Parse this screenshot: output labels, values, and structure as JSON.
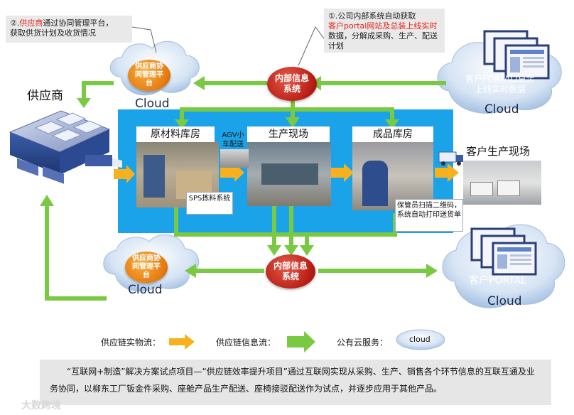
{
  "notes": {
    "left_prefix": "②.",
    "left_highlight": "供应商",
    "left_rest_1": "通过协同管理平台，",
    "left_rest_2": "获取供货计划及收货情况",
    "right_line1": "①.公司内部系统自动获取",
    "right_highlight": "客户portal网站及总装上线实时",
    "right_rest_1": "数据，分解成采购、生产、",
    "right_rest_2": "配送计划"
  },
  "nodes": {
    "supplier": "供应商",
    "supplier_platform_top": "供应商协同管理平台",
    "supplier_platform_bottom": "供应商协同管理平台",
    "internal_system_top": "内部信息系统",
    "internal_system_bottom": "内部信息系统",
    "cloud_left_top": "Cloud",
    "cloud_left_bottom": "Cloud",
    "cloud_right_top": "Cloud",
    "cloud_right_bottom": "Cloud",
    "customer_portal_top": "客户PORTAL/总装上线实时数据",
    "customer_portal_bottom": "客户PORTAL",
    "customer_site": "客户生产现场"
  },
  "stages": {
    "raw_material": "原材料库房",
    "production": "生产现场",
    "finished_goods": "成品库房",
    "agv": "AGV小车配送",
    "sps": "SPS拣料系统",
    "scan_note": "保管员扫描二维码，系统自动打印送货单"
  },
  "legend": {
    "physical_flow": "供应链实物流：",
    "info_flow": "供应链信息流：",
    "cloud_service": "公有云服务：",
    "cloud_chip": "cloud"
  },
  "footer": {
    "text": "“互联网+制造”解决方案试点项目—“供应链效率提升项目”通过互联网实现从采购、生产、销售各个环节信息的互联互通及业务协同，以柳东工厂钣金件采购、座舱产品生产配送、座椅接驳配送作为试点，并逐步应用于其他产品。"
  },
  "watermark": "大数跨境",
  "colors": {
    "green_arrow": "#7ac943",
    "orange_arrow": "#f7b11e",
    "blue_panel": "#1aa3e8",
    "highlight_red": "#e2231a"
  }
}
